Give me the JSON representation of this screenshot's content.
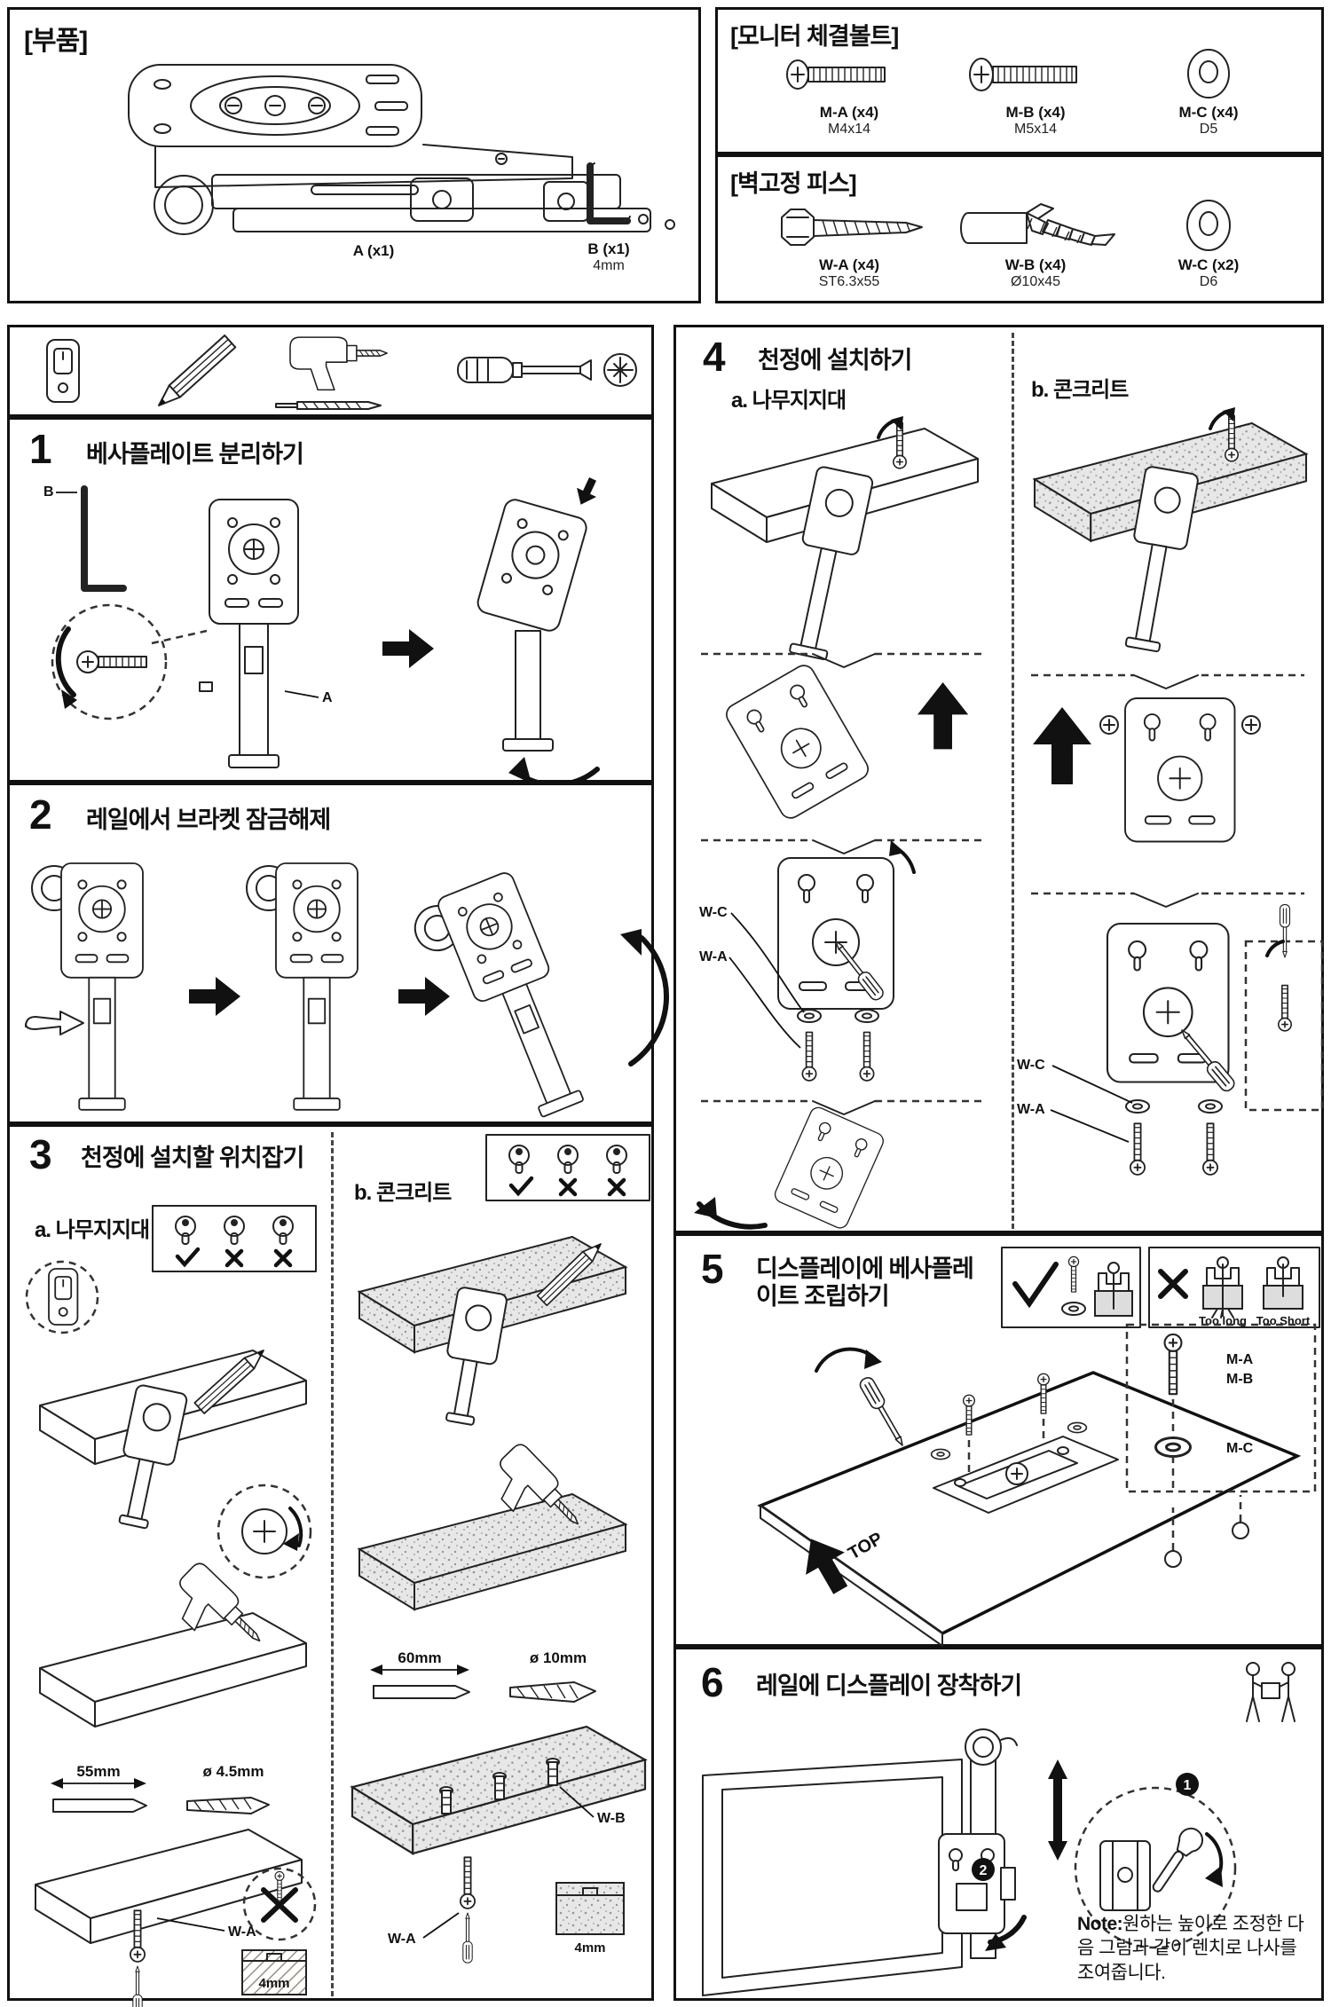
{
  "doc": {
    "parts": {
      "title": "[부품]",
      "item_a": {
        "label": "A (x1)"
      },
      "item_b": {
        "label": "B (x1)",
        "spec": "4mm"
      }
    },
    "monitor_bolts": {
      "title": "[모니터 체결볼트]",
      "items": [
        {
          "label": "M-A (x4)",
          "spec": "M4x14"
        },
        {
          "label": "M-B (x4)",
          "spec": "M5x14"
        },
        {
          "label": "M-C (x4)",
          "spec": "D5"
        }
      ]
    },
    "wall_pieces": {
      "title": "[벽고정 피스]",
      "items": [
        {
          "label": "W-A (x4)",
          "spec": "ST6.3x55"
        },
        {
          "label": "W-B (x4)",
          "spec": "Ø10x45"
        },
        {
          "label": "W-C (x2)",
          "spec": "D6"
        }
      ]
    },
    "step1": {
      "num": "1",
      "title": "베사플레이트 분리하기",
      "label_b": "B",
      "label_a": "A"
    },
    "step2": {
      "num": "2",
      "title": "레일에서 브라켓 잠금해제"
    },
    "step3": {
      "num": "3",
      "title": "천정에 설치할 위치잡기",
      "a_label": "a. 나무지지대",
      "b_label": "b. 콘크리트",
      "a": {
        "length": "55mm",
        "diameter": "ø 4.5mm",
        "screw": "W-A",
        "depth": "4mm"
      },
      "b": {
        "length": "60mm",
        "diameter": "ø 10mm",
        "anchor": "W-B",
        "screw": "W-A",
        "depth": "4mm"
      }
    },
    "step4": {
      "num": "4",
      "title": "천정에 설치하기",
      "a_label": "a. 나무지지대",
      "b_label": "b. 콘크리트",
      "a": {
        "washer": "W-C",
        "screw": "W-A"
      },
      "b": {
        "washer": "W-C",
        "screw": "W-A"
      }
    },
    "step5": {
      "num": "5",
      "title": "디스플레이에 베사플레이트 조립하기",
      "too_long": "Too long",
      "too_short": "Too Short",
      "screw_a": "M-A",
      "screw_b": "M-B",
      "washer": "M-C",
      "top": "TOP"
    },
    "step6": {
      "num": "6",
      "title": "레일에 디스플레이 장착하기",
      "badge_1": "1",
      "badge_2": "2",
      "note_label": "Note:",
      "note_text": "원하는 높이로 조정한 다음 그림과 같이 렌치로 나사를 조여줍니다."
    }
  }
}
